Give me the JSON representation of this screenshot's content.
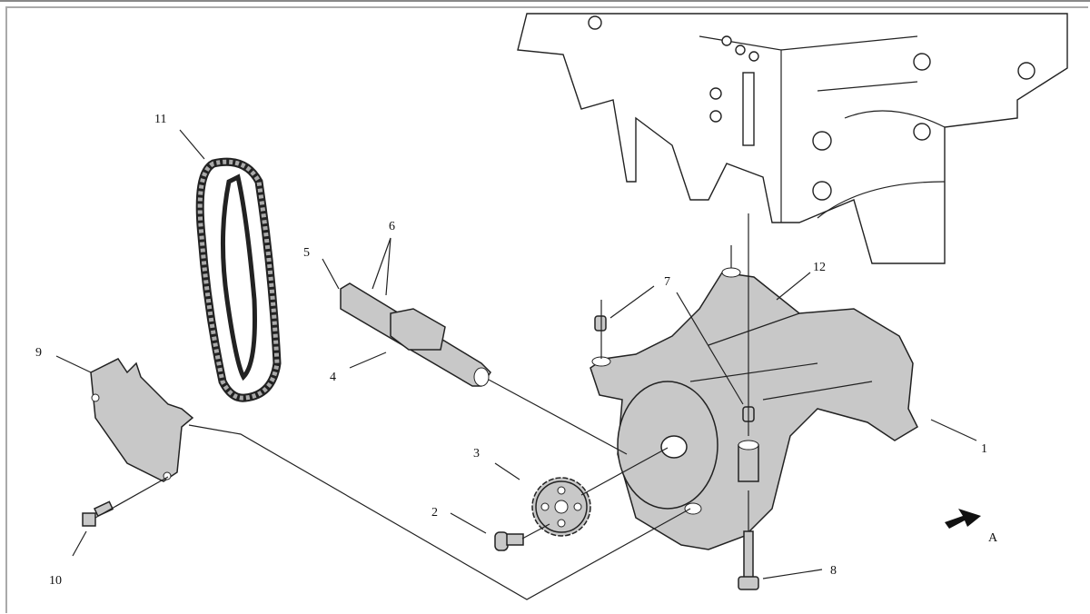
{
  "diagram": {
    "callouts": {
      "c1": "1",
      "c2": "2",
      "c3": "3",
      "c4": "4",
      "c5": "5",
      "c6": "6",
      "c7": "7",
      "c8": "8",
      "c9": "9",
      "c10": "10",
      "c11": "11",
      "c12": "12"
    },
    "view_arrow_label": "A"
  }
}
